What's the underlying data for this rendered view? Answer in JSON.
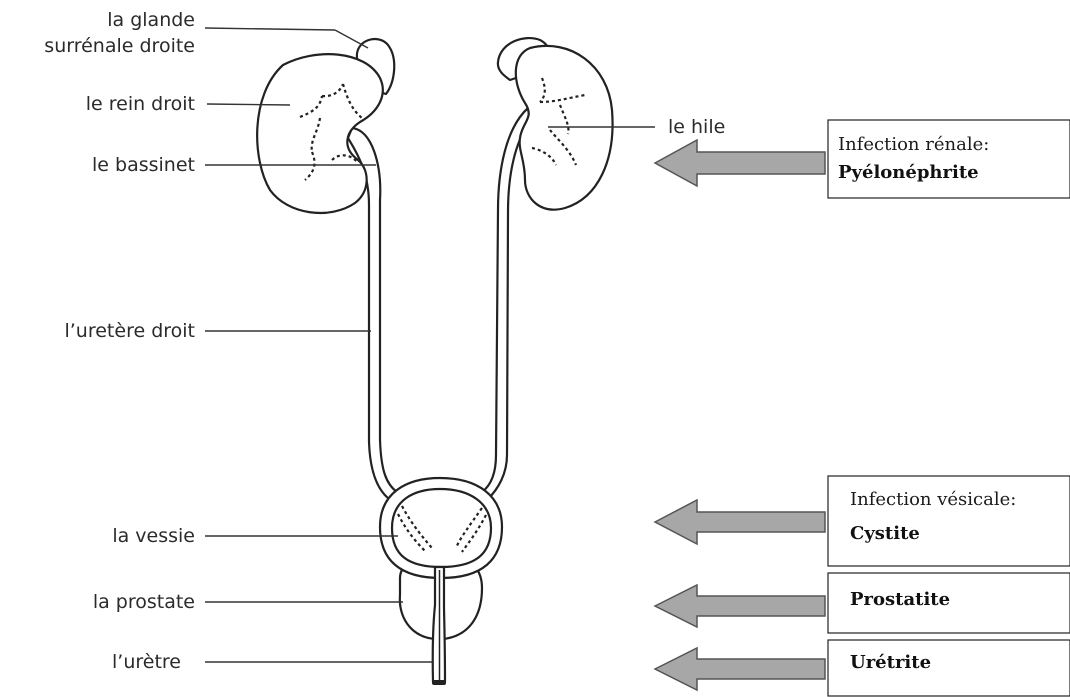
{
  "labels": {
    "glande_line1": "la glande",
    "glande_line2": "surrénale droite",
    "rein_droit": "le rein droit",
    "bassinet": "le bassinet",
    "uretere_droit": "l’uretère droit",
    "vessie": "la vessie",
    "prostate": "la prostate",
    "uretre": "l’urètre",
    "hile": "le hile"
  },
  "infections": {
    "renale": {
      "title": "Infection rénale:",
      "name": "Pyélonéphrite"
    },
    "vesicale": {
      "title": "Infection vésicale:",
      "name": "Cystite"
    },
    "prostate": {
      "name": "Prostatite"
    },
    "uretre": {
      "name": "Urétrite"
    }
  },
  "colors": {
    "arrow_fill": "#a7a7a7",
    "outline": "#222222",
    "label_text": "#2b2b2b"
  }
}
